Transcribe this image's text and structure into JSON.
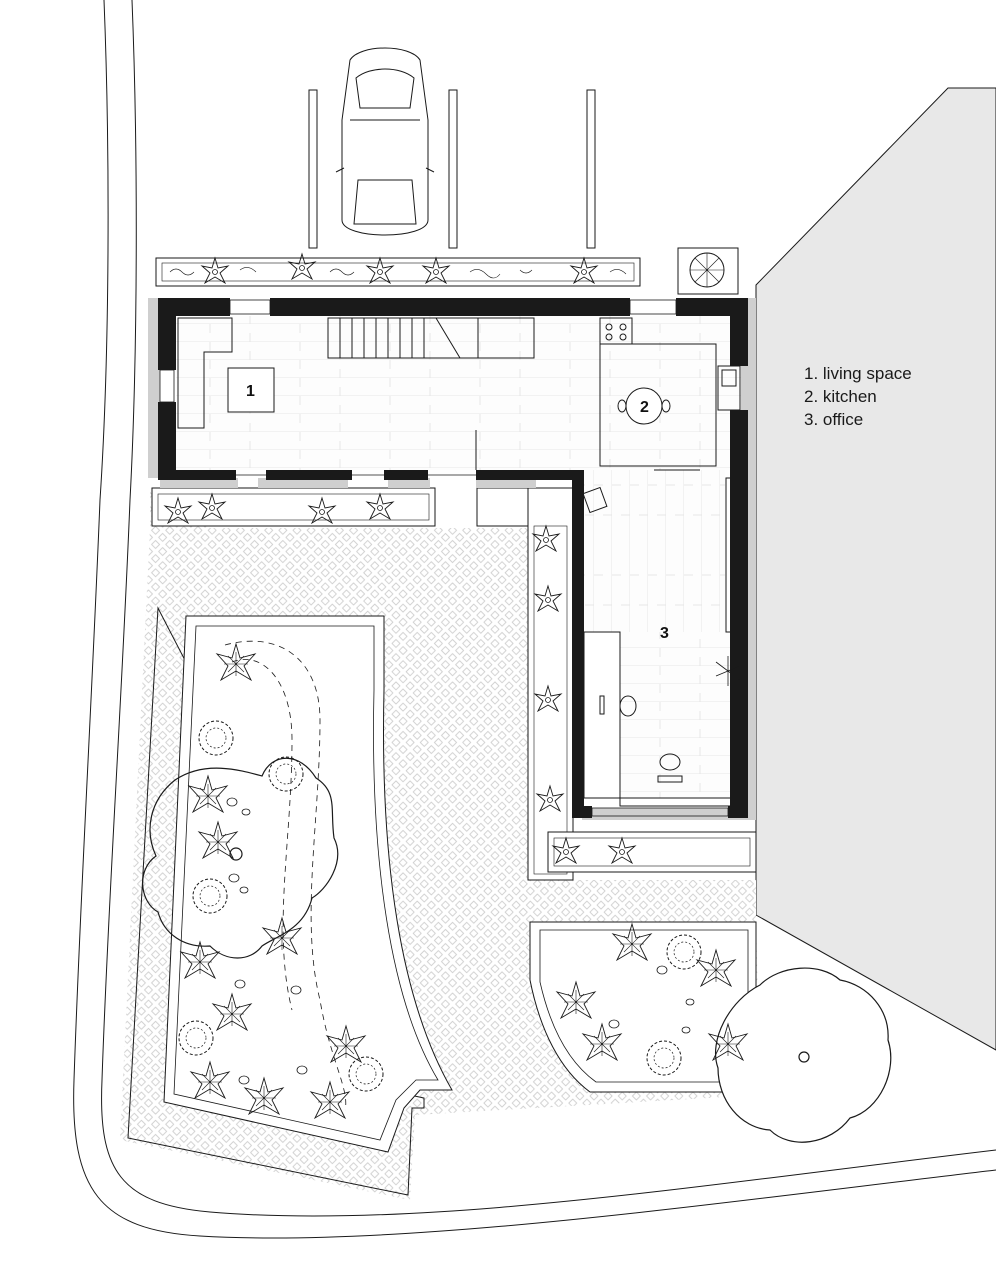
{
  "rooms": [
    {
      "number": "1"
    },
    {
      "number": "2"
    },
    {
      "number": "3"
    }
  ],
  "legend": [
    "1. living space",
    "2. kitchen",
    "3. office"
  ],
  "colors": {
    "line": "#1a1a1a",
    "wall": "#1a1a1a",
    "shadow": "#cfcfcf",
    "neighbor": "#e8e8e8",
    "paving": "#d6d6d6",
    "background": "#ffffff"
  }
}
